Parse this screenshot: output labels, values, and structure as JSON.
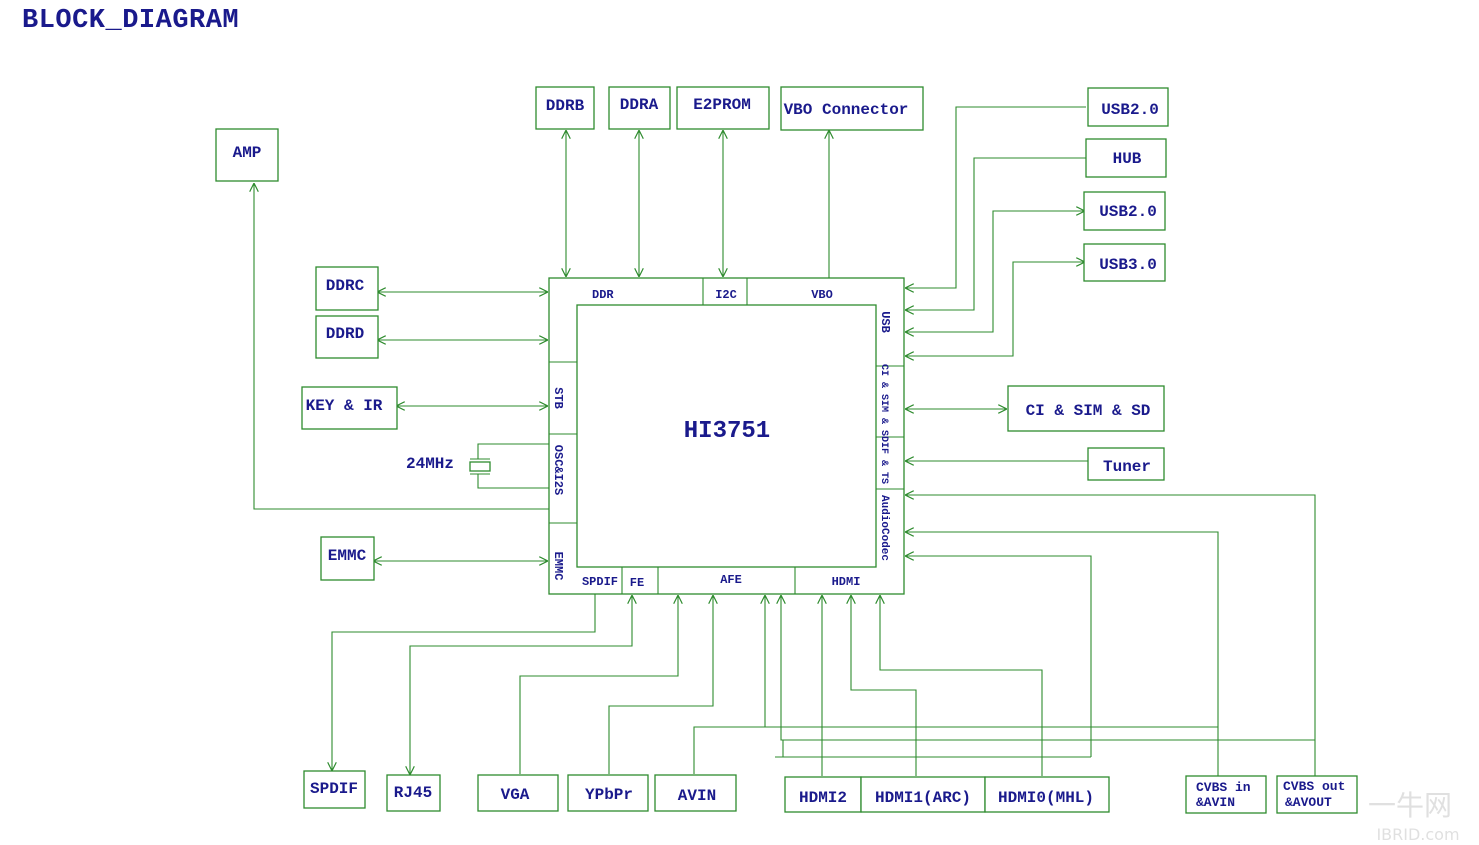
{
  "title": "BLOCK_DIAGRAM",
  "chip": {
    "label": "HI3751",
    "ports": {
      "ddr": "DDR",
      "i2c": "I2C",
      "vbo": "VBO",
      "usb": "USB",
      "ci_sim": "CI & SIM & SD",
      "if_ts": "IF & TS",
      "audio_codec": "AudioCodec",
      "stb": "STB",
      "osc_i2s": "OSC&I2S",
      "emmc": "EMMC",
      "spdif": "SPDIF",
      "fe": "FE",
      "afe": "AFE",
      "hdmi": "HDMI"
    }
  },
  "blocks": {
    "ddrb": "DDRB",
    "ddra": "DDRA",
    "e2prom": "E2PROM",
    "vbo_connector": "VBO Connector",
    "amp": "AMP",
    "ddrc": "DDRC",
    "ddrd": "DDRD",
    "key_ir": "KEY & IR",
    "crystal": "24MHz",
    "emmc": "EMMC",
    "usb2_a": "USB2.0",
    "hub": "HUB",
    "usb2_b": "USB2.0",
    "usb3": "USB3.0",
    "ci_sim_sd": "CI & SIM & SD",
    "tuner": "Tuner",
    "spdif": "SPDIF",
    "rj45": "RJ45",
    "vga": "VGA",
    "ypbpr": "YPbPr",
    "avin": "AVIN",
    "hdmi2": "HDMI2",
    "hdmi1": "HDMI1(ARC)",
    "hdmi0": "HDMI0(MHL)",
    "cvbs_in_1": "CVBS in",
    "cvbs_in_2": "&AVIN",
    "cvbs_out_1": "CVBS out",
    "cvbs_out_2": "&AVOUT"
  },
  "watermark": {
    "brand": "一牛网",
    "site": "IBRID.com"
  },
  "colors": {
    "text": "#1a1a8c",
    "line": "#2e8b2e"
  }
}
